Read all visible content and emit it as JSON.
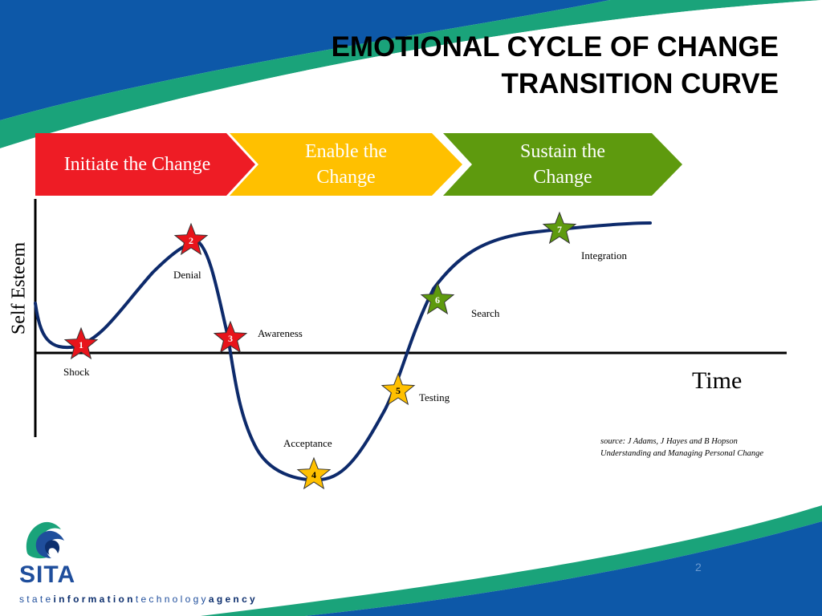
{
  "title": {
    "line1": "EMOTIONAL CYCLE OF CHANGE",
    "line2": "TRANSITION CURVE"
  },
  "phases": [
    {
      "label": "Initiate the Change",
      "color": "#ee1c25"
    },
    {
      "label": "Enable the Change",
      "color": "#ffc000"
    },
    {
      "label": "Sustain the Change",
      "color": "#5e9a0e"
    }
  ],
  "axes": {
    "y_label": "Self Esteem",
    "x_label": "Time"
  },
  "stages": [
    {
      "number": "1",
      "label": "Shock",
      "color": "#e8141b"
    },
    {
      "number": "2",
      "label": "Denial",
      "color": "#e8141b"
    },
    {
      "number": "3",
      "label": "Awareness",
      "color": "#e8141b"
    },
    {
      "number": "4",
      "label": "Acceptance",
      "color": "#ffc000"
    },
    {
      "number": "5",
      "label": "Testing",
      "color": "#ffc000"
    },
    {
      "number": "6",
      "label": "Search",
      "color": "#5e9a0e"
    },
    {
      "number": "7",
      "label": "Integration",
      "color": "#5e9a0e"
    }
  ],
  "source": {
    "line1": "source: J Adams, J Hayes and B Hopson",
    "line2": "Understanding and Managing Personal Change"
  },
  "page_number": "2",
  "logo": {
    "word": "SITA",
    "tag_parts": [
      "state",
      "information",
      "technology",
      "agency"
    ]
  },
  "colors": {
    "curve": "#0d2a6b",
    "blue_band": "#0d58a8",
    "green_band": "#1aa37a"
  }
}
